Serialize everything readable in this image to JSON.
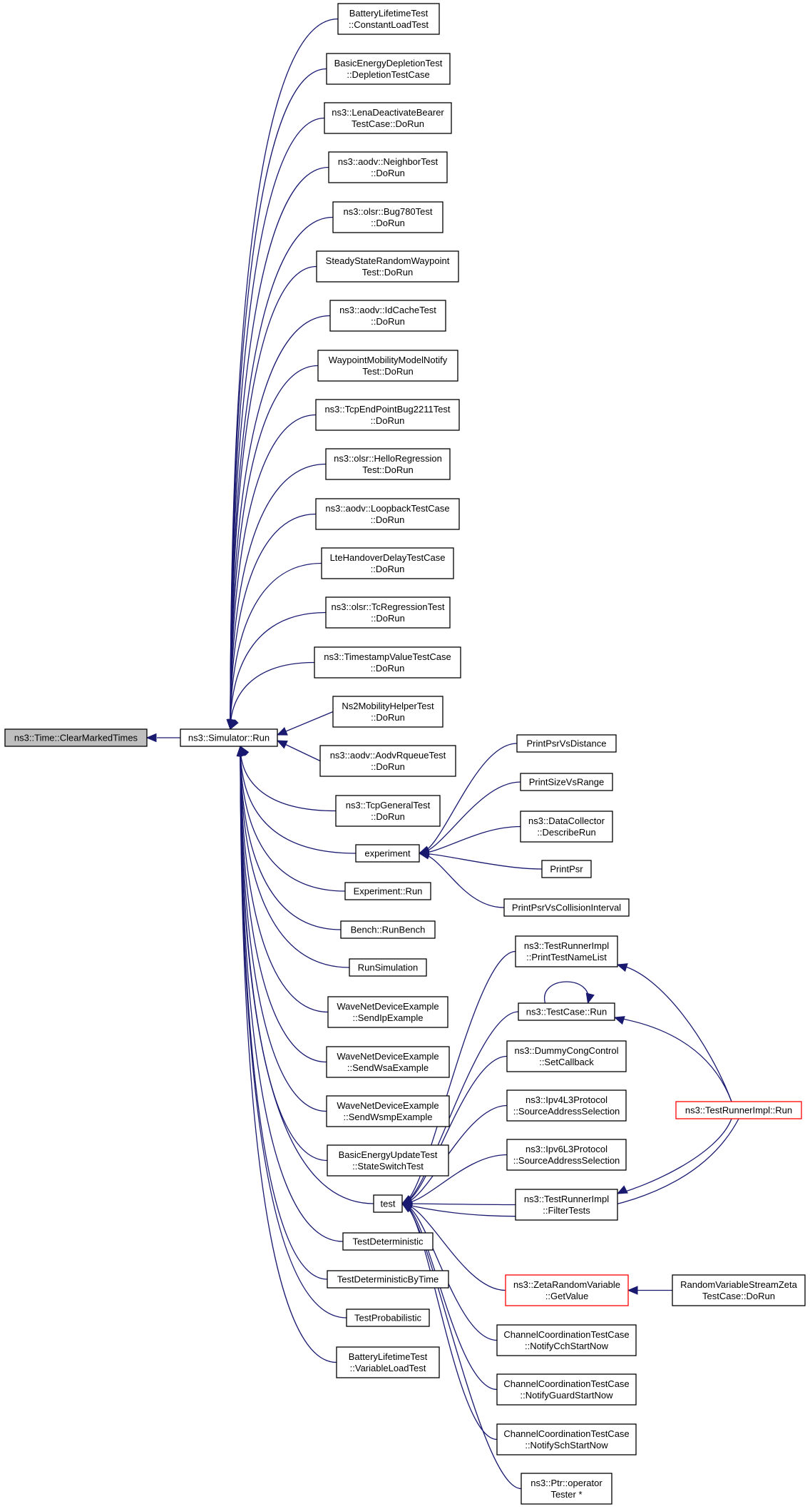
{
  "colors": {
    "edge": "#191970",
    "highlight_fill": "#bfbfbf",
    "alert_border": "#ff0000",
    "node_border": "#000000"
  },
  "nodes": {
    "clear": {
      "lines": [
        "ns3::Time::ClearMarkedTimes"
      ],
      "style": "gray"
    },
    "sim": {
      "lines": [
        "ns3::Simulator::Run"
      ]
    },
    "c1": {
      "lines": [
        "BatteryLifetimeTest",
        "::ConstantLoadTest"
      ]
    },
    "c2": {
      "lines": [
        "BasicEnergyDepletionTest",
        "::DepletionTestCase"
      ]
    },
    "c3": {
      "lines": [
        "ns3::LenaDeactivateBearer",
        "TestCase::DoRun"
      ]
    },
    "c4": {
      "lines": [
        "ns3::aodv::NeighborTest",
        "::DoRun"
      ]
    },
    "c5": {
      "lines": [
        "ns3::olsr::Bug780Test",
        "::DoRun"
      ]
    },
    "c6": {
      "lines": [
        "SteadyStateRandomWaypoint",
        "Test::DoRun"
      ]
    },
    "c7": {
      "lines": [
        "ns3::aodv::IdCacheTest",
        "::DoRun"
      ]
    },
    "c8": {
      "lines": [
        "WaypointMobilityModelNotify",
        "Test::DoRun"
      ]
    },
    "c9": {
      "lines": [
        "ns3::TcpEndPointBug2211Test",
        "::DoRun"
      ]
    },
    "c10": {
      "lines": [
        "ns3::olsr::HelloRegression",
        "Test::DoRun"
      ]
    },
    "c11": {
      "lines": [
        "ns3::aodv::LoopbackTestCase",
        "::DoRun"
      ]
    },
    "c12": {
      "lines": [
        "LteHandoverDelayTestCase",
        "::DoRun"
      ]
    },
    "c13": {
      "lines": [
        "ns3::olsr::TcRegressionTest",
        "::DoRun"
      ]
    },
    "c14": {
      "lines": [
        "ns3::TimestampValueTestCase",
        "::DoRun"
      ]
    },
    "c15": {
      "lines": [
        "Ns2MobilityHelperTest",
        "::DoRun"
      ]
    },
    "c16": {
      "lines": [
        "ns3::aodv::AodvRqueueTest",
        "::DoRun"
      ]
    },
    "c17": {
      "lines": [
        "ns3::TcpGeneralTest",
        "::DoRun"
      ]
    },
    "exp": {
      "lines": [
        "experiment"
      ]
    },
    "c19": {
      "lines": [
        "Experiment::Run"
      ]
    },
    "c20": {
      "lines": [
        "Bench::RunBench"
      ]
    },
    "c21": {
      "lines": [
        "RunSimulation"
      ]
    },
    "c22": {
      "lines": [
        "WaveNetDeviceExample",
        "::SendIpExample"
      ]
    },
    "c23": {
      "lines": [
        "WaveNetDeviceExample",
        "::SendWsaExample"
      ]
    },
    "c24": {
      "lines": [
        "WaveNetDeviceExample",
        "::SendWsmpExample"
      ]
    },
    "c25": {
      "lines": [
        "BasicEnergyUpdateTest",
        "::StateSwitchTest"
      ]
    },
    "test": {
      "lines": [
        "test"
      ]
    },
    "c27": {
      "lines": [
        "TestDeterministic"
      ]
    },
    "c28": {
      "lines": [
        "TestDeterministicByTime"
      ]
    },
    "c29": {
      "lines": [
        "TestProbabilistic"
      ]
    },
    "c30": {
      "lines": [
        "BatteryLifetimeTest",
        "::VariableLoadTest"
      ]
    },
    "e1": {
      "lines": [
        "PrintPsrVsDistance"
      ]
    },
    "e2": {
      "lines": [
        "PrintSizeVsRange"
      ]
    },
    "e3": {
      "lines": [
        "ns3::DataCollector",
        "::DescribeRun"
      ]
    },
    "e4": {
      "lines": [
        "PrintPsr"
      ]
    },
    "e5": {
      "lines": [
        "PrintPsrVsCollisionInterval"
      ]
    },
    "t1": {
      "lines": [
        "ns3::TestRunnerImpl",
        "::PrintTestNameList"
      ]
    },
    "t2": {
      "lines": [
        "ns3::TestCase::Run"
      ]
    },
    "t3": {
      "lines": [
        "ns3::DummyCongControl",
        "::SetCallback"
      ]
    },
    "t4": {
      "lines": [
        "ns3::Ipv4L3Protocol",
        "::SourceAddressSelection"
      ]
    },
    "t5": {
      "lines": [
        "ns3::Ipv6L3Protocol",
        "::SourceAddressSelection"
      ]
    },
    "t6": {
      "lines": [
        "ns3::TestRunnerImpl",
        "::FilterTests"
      ]
    },
    "t7": {
      "lines": [
        "ns3::ZetaRandomVariable",
        "::GetValue"
      ],
      "style": "red"
    },
    "t8": {
      "lines": [
        "ChannelCoordinationTestCase",
        "::NotifyCchStartNow"
      ]
    },
    "t9": {
      "lines": [
        "ChannelCoordinationTestCase",
        "::NotifyGuardStartNow"
      ]
    },
    "t10": {
      "lines": [
        "ChannelCoordinationTestCase",
        "::NotifySchStartNow"
      ]
    },
    "t11": {
      "lines": [
        "ns3::Ptr::operator",
        "Tester *"
      ]
    },
    "runner": {
      "lines": [
        "ns3::TestRunnerImpl::Run"
      ],
      "style": "red"
    },
    "zeta": {
      "lines": [
        "RandomVariableStreamZeta",
        "TestCase::DoRun"
      ]
    }
  },
  "edges": [
    [
      "sim",
      "clear"
    ],
    [
      "c1",
      "sim"
    ],
    [
      "c2",
      "sim"
    ],
    [
      "c3",
      "sim"
    ],
    [
      "c4",
      "sim"
    ],
    [
      "c5",
      "sim"
    ],
    [
      "c6",
      "sim"
    ],
    [
      "c7",
      "sim"
    ],
    [
      "c8",
      "sim"
    ],
    [
      "c9",
      "sim"
    ],
    [
      "c10",
      "sim"
    ],
    [
      "c11",
      "sim"
    ],
    [
      "c12",
      "sim"
    ],
    [
      "c13",
      "sim"
    ],
    [
      "c14",
      "sim"
    ],
    [
      "c15",
      "sim"
    ],
    [
      "c16",
      "sim"
    ],
    [
      "c17",
      "sim"
    ],
    [
      "exp",
      "sim"
    ],
    [
      "c19",
      "sim"
    ],
    [
      "c20",
      "sim"
    ],
    [
      "c21",
      "sim"
    ],
    [
      "c22",
      "sim"
    ],
    [
      "c23",
      "sim"
    ],
    [
      "c24",
      "sim"
    ],
    [
      "c25",
      "sim"
    ],
    [
      "test",
      "sim"
    ],
    [
      "c27",
      "sim"
    ],
    [
      "c28",
      "sim"
    ],
    [
      "c29",
      "sim"
    ],
    [
      "c30",
      "sim"
    ],
    [
      "e1",
      "exp"
    ],
    [
      "e2",
      "exp"
    ],
    [
      "e3",
      "exp"
    ],
    [
      "e4",
      "exp"
    ],
    [
      "e5",
      "exp"
    ],
    [
      "t1",
      "test"
    ],
    [
      "t2",
      "test"
    ],
    [
      "t3",
      "test"
    ],
    [
      "t4",
      "test"
    ],
    [
      "t5",
      "test"
    ],
    [
      "t6",
      "test"
    ],
    [
      "t7",
      "test"
    ],
    [
      "t8",
      "test"
    ],
    [
      "t9",
      "test"
    ],
    [
      "t10",
      "test"
    ],
    [
      "t11",
      "test"
    ],
    [
      "runner",
      "test"
    ],
    [
      "runner",
      "t1"
    ],
    [
      "runner",
      "t2"
    ],
    [
      "runner",
      "t6"
    ],
    [
      "zeta",
      "t7"
    ],
    [
      "t2",
      "t2"
    ]
  ]
}
